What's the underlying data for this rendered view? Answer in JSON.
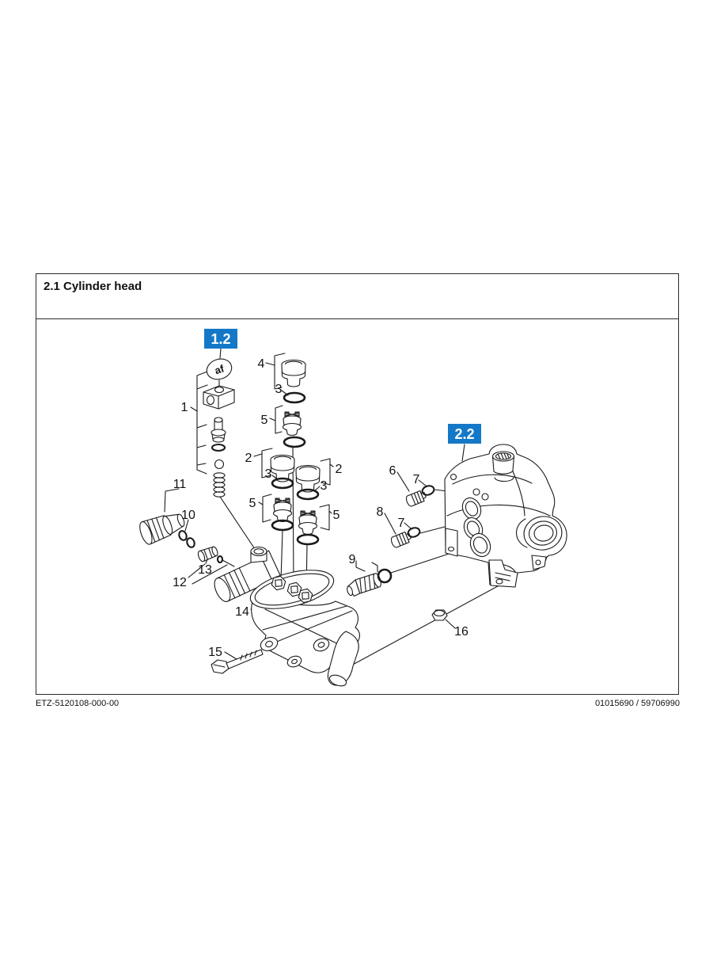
{
  "page": {
    "title": "2.1 Cylinder head",
    "footer_left": "ETZ-5120108-000-00",
    "footer_right": "01015690 / 59706990"
  },
  "diagram": {
    "kind": "exploded-parts-diagram",
    "subject": "Cylinder head",
    "colors": {
      "section_ref_bg": "#1478C8",
      "section_ref_text": "#FFFFFF",
      "line": "#1A1A1A"
    },
    "section_refs": [
      {
        "label": "1.2"
      },
      {
        "label": "2.2"
      }
    ],
    "marker": {
      "label": "af"
    },
    "callouts": [
      {
        "n": "1"
      },
      {
        "n": "4"
      },
      {
        "n": "3"
      },
      {
        "n": "5"
      },
      {
        "n": "2"
      },
      {
        "n": "3"
      },
      {
        "n": "2"
      },
      {
        "n": "3"
      },
      {
        "n": "5"
      },
      {
        "n": "5"
      },
      {
        "n": "11"
      },
      {
        "n": "10"
      },
      {
        "n": "13"
      },
      {
        "n": "12"
      },
      {
        "n": "14"
      },
      {
        "n": "15"
      },
      {
        "n": "6"
      },
      {
        "n": "7"
      },
      {
        "n": "8"
      },
      {
        "n": "7"
      },
      {
        "n": "9"
      },
      {
        "n": "16"
      }
    ]
  }
}
